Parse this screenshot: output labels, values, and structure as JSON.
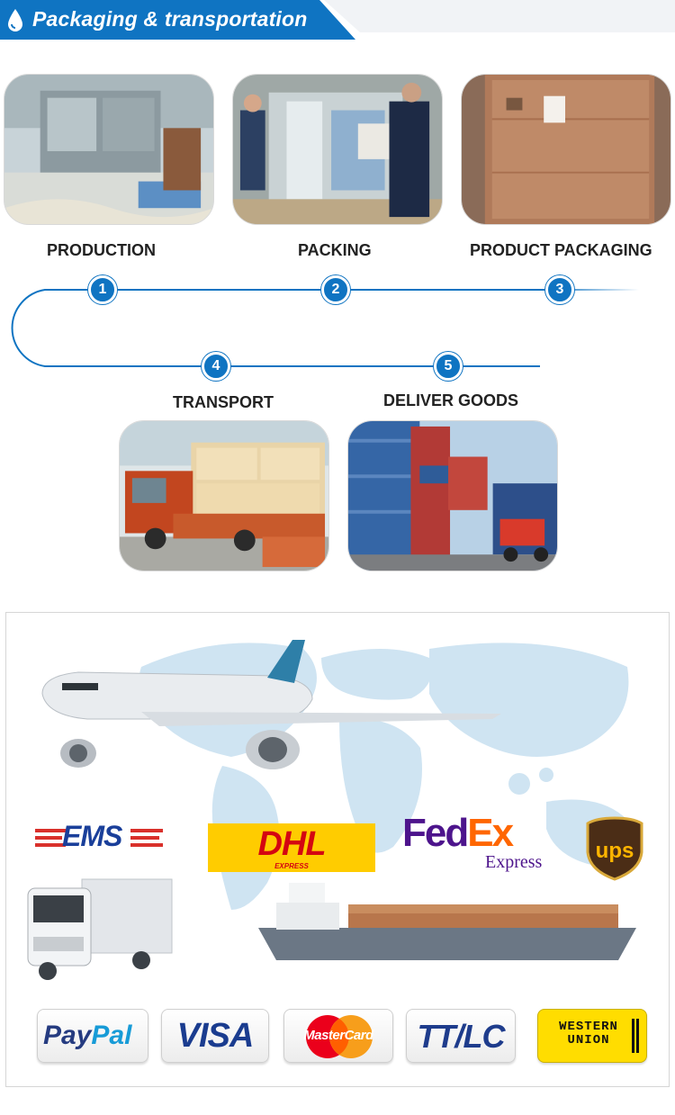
{
  "header": {
    "title": "Packaging & transportation",
    "icon": "water-drop-icon",
    "accent_color": "#0f74c2"
  },
  "steps": [
    {
      "number": "1",
      "label": "PRODUCTION"
    },
    {
      "number": "2",
      "label": "PACKING"
    },
    {
      "number": "3",
      "label": "PRODUCT PACKAGING"
    },
    {
      "number": "4",
      "label": "TRANSPORT"
    },
    {
      "number": "5",
      "label": "DELIVER GOODS"
    }
  ],
  "shipping_carriers": {
    "ems": "EMS",
    "dhl": "DHL",
    "dhl_sub": "EXPRESS",
    "fedex_fed": "Fed",
    "fedex_ex": "Ex",
    "fedex_sub": "Express",
    "ups": "ups"
  },
  "payment_methods": {
    "paypal_pay": "Pay",
    "paypal_pal": "Pal",
    "visa": "VISA",
    "mastercard": "MasterCard",
    "ttlc": "TT/LC",
    "western_union_line1": "WESTERN",
    "western_union_line2": "UNION"
  }
}
